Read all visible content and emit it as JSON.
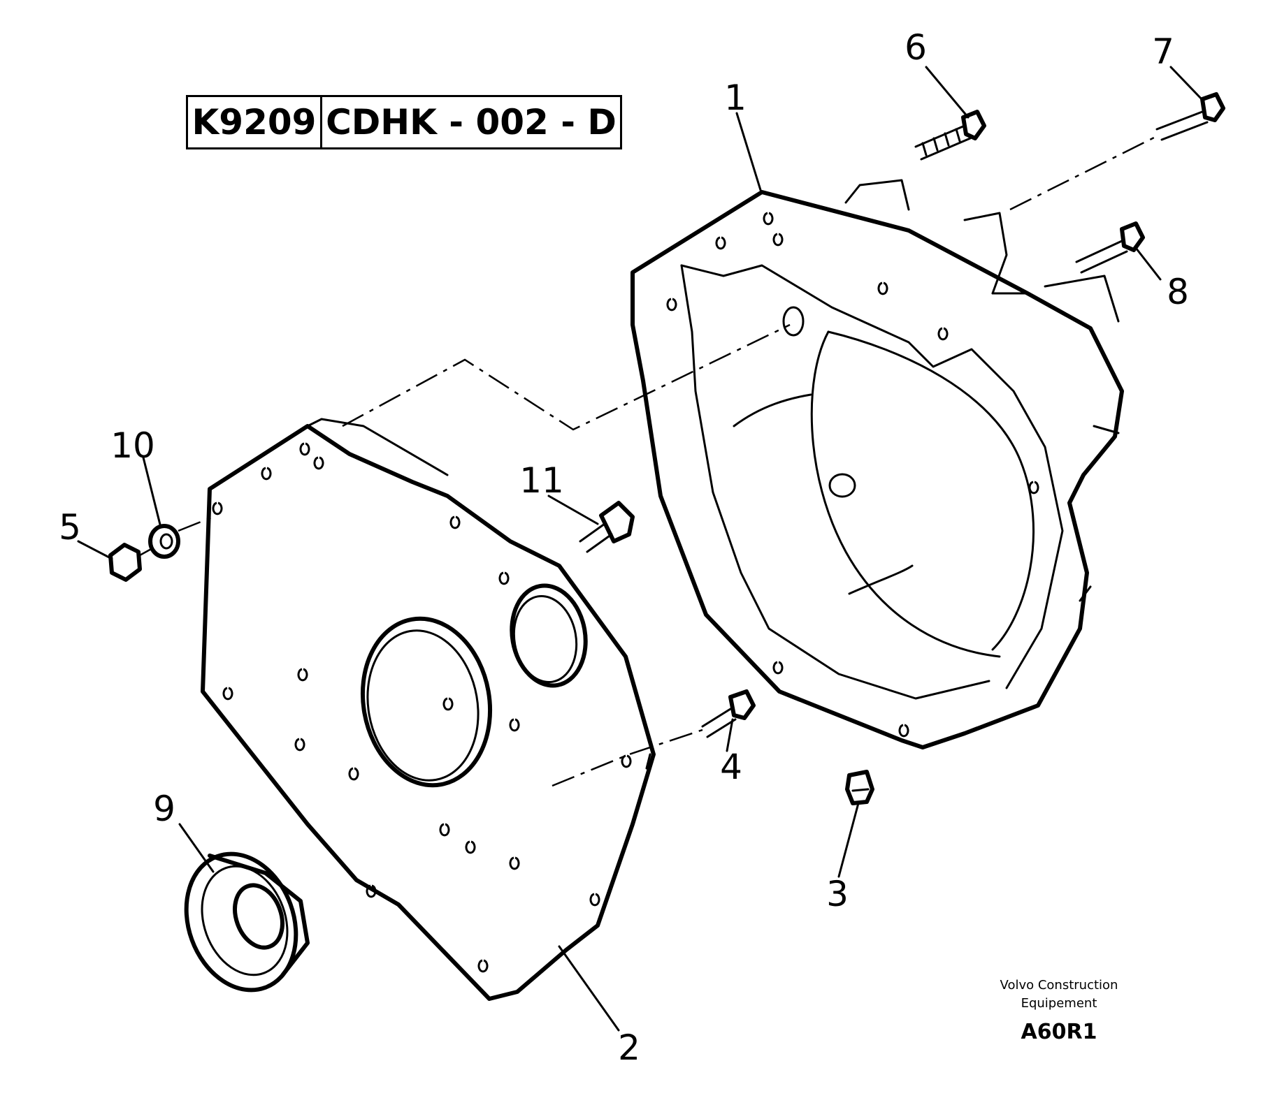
{
  "header": {
    "code_left": "K9209",
    "code_right": "CDHK - 002 - D"
  },
  "callouts": {
    "p1": "1",
    "p2": "2",
    "p3": "3",
    "p4": "4",
    "p5": "5",
    "p6": "6",
    "p7": "7",
    "p8": "8",
    "p9": "9",
    "p10": "10",
    "p11": "11"
  },
  "footer": {
    "line1": "Volvo Construction",
    "line2": "Equipement",
    "code": "A60R1"
  }
}
